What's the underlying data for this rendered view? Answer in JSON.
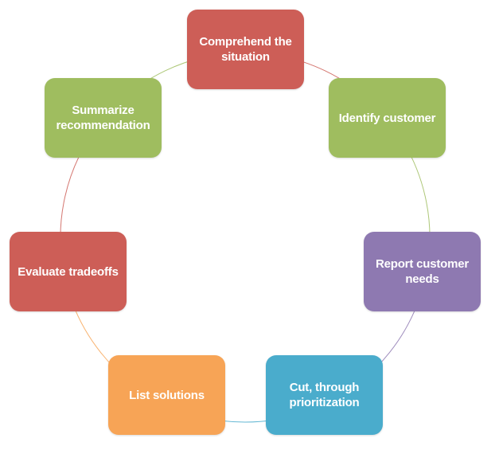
{
  "diagram": {
    "type": "cycle",
    "steps": [
      {
        "label": "Comprehend the situation",
        "color": "#cd5e57"
      },
      {
        "label": "Identify customer",
        "color": "#9fbd5f"
      },
      {
        "label": "Report customer needs",
        "color": "#8e79b1"
      },
      {
        "label": "Cut, through prioritization",
        "color": "#4aaccc"
      },
      {
        "label": "List solutions",
        "color": "#f7a456"
      },
      {
        "label": "Evaluate tradeoffs",
        "color": "#cd5e57"
      },
      {
        "label": "Summarize recommendation",
        "color": "#9fbd5f"
      }
    ],
    "connector_colors": [
      "#cd5e57",
      "#9fbd5f",
      "#8e79b1",
      "#4aaccc",
      "#f7a456",
      "#cd5e57",
      "#9fbd5f"
    ]
  }
}
